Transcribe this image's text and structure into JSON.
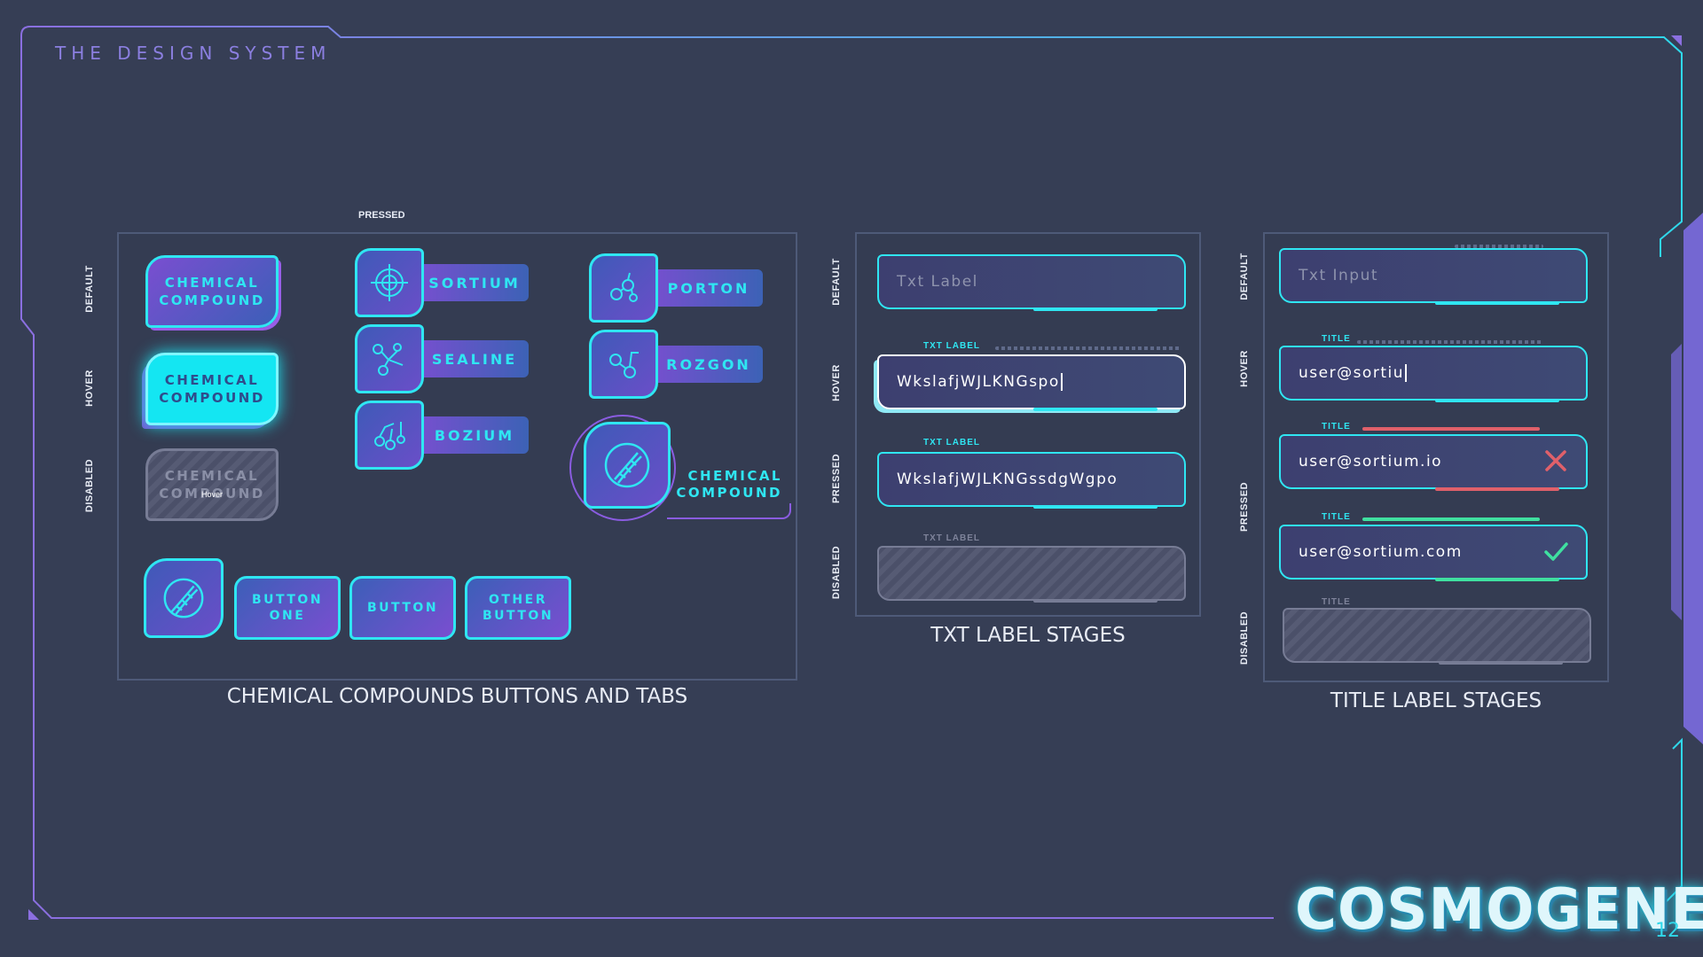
{
  "header": {
    "title": "THE DESIGN SYSTEM"
  },
  "page_number": "12",
  "logo": {
    "text": "COSMOGENE"
  },
  "compounds_section": {
    "title": "CHEMICAL COMPOUNDS BUTTONS AND TABS",
    "top_label": "PRESSED",
    "state_labels": [
      "DEFAULT",
      "HOVER",
      "DISABLED"
    ],
    "compound_default": "CHEMICAL COMPOUND",
    "compound_hover": "CHEMICAL COMPOUND",
    "compound_disabled": "CHEMICAL COMPOUND",
    "hover_note": "Hover",
    "tabs": [
      {
        "label": "SORTIUM",
        "icon": "molecule-sun-icon"
      },
      {
        "label": "SEALINE",
        "icon": "molecule-chain-icon"
      },
      {
        "label": "BOZIUM",
        "icon": "molecule-cluster-icon"
      },
      {
        "label": "PORTON",
        "icon": "molecule-gear-icon"
      },
      {
        "label": "ROZGON",
        "icon": "molecule-orbit-icon"
      }
    ],
    "big_compound": "CHEMICAL COMPOUND",
    "buttons": [
      "BUTTON ONE",
      "BUTTON",
      "OTHER BUTTON"
    ]
  },
  "txt_section": {
    "title": "TXT LABEL STAGES",
    "state_labels": [
      "DEFAULT",
      "HOVER",
      "PRESSED",
      "DISABLED"
    ],
    "default_placeholder": "Txt Label",
    "hover_label": "TXT LABEL",
    "hover_value": "WkslafjWJLKNGspo",
    "pressed_label": "TXT LABEL",
    "pressed_value": "WkslafjWJLKNGssdgWgpo",
    "disabled_label": "TXT LABEL"
  },
  "title_section": {
    "title": "TITLE LABEL STAGES",
    "state_labels": [
      "DEFAULT",
      "HOVER",
      "PRESSED",
      "DISABLED"
    ],
    "default_placeholder": "Txt Input",
    "hover_label": "TITLE",
    "hover_value": "user@sortiu",
    "error_label": "TITLE",
    "error_value": "user@sortium.io",
    "success_label": "TITLE",
    "success_value": "user@sortium.com",
    "disabled_label": "TITLE"
  },
  "colors": {
    "background": "#363e55",
    "accent_cyan": "#2fe6f2",
    "accent_purple": "#8b7fe0",
    "error": "#e0606a",
    "success": "#3fe0a0"
  }
}
